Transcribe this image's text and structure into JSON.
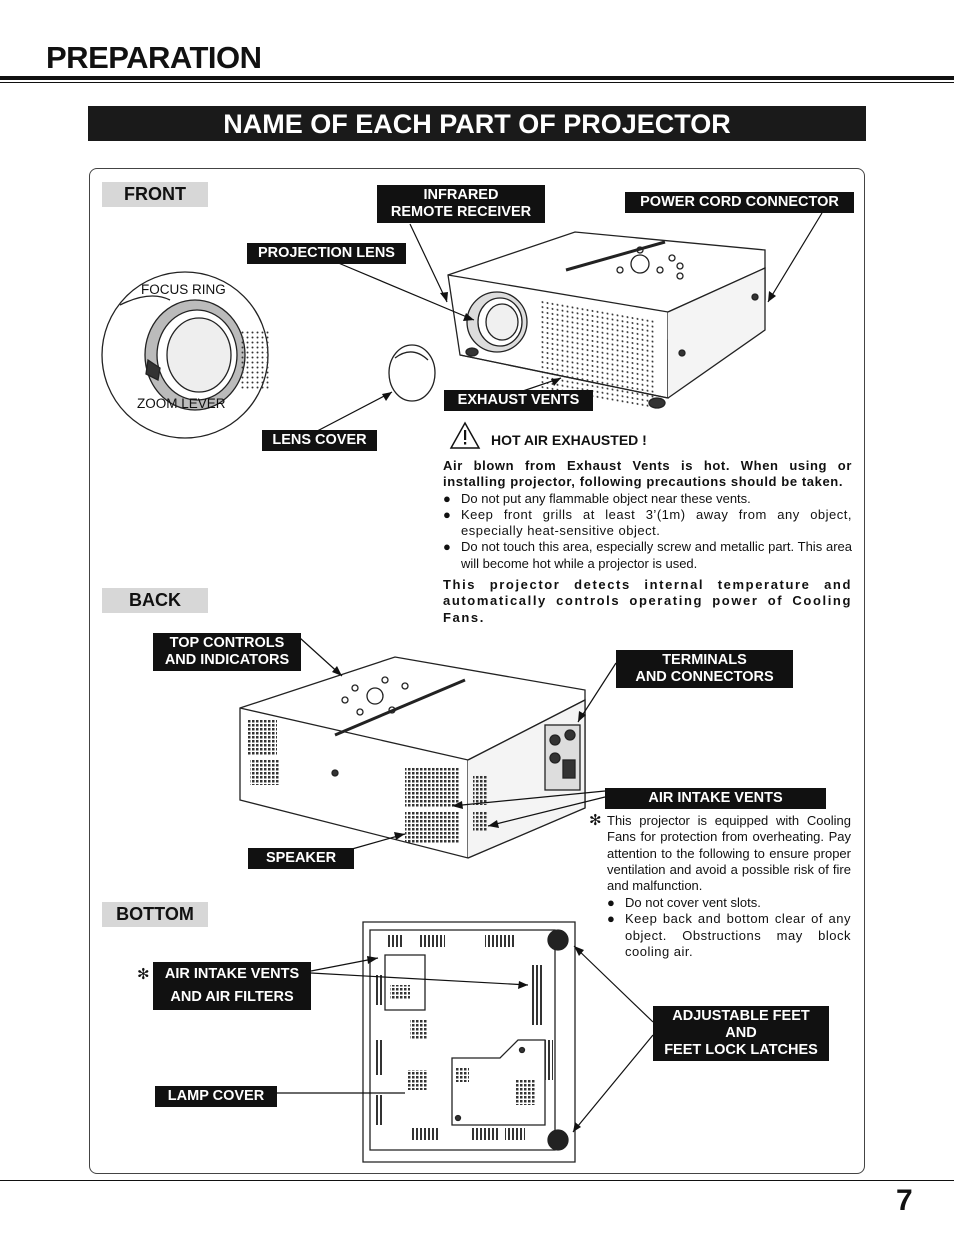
{
  "header": {
    "title": "PREPARATION",
    "banner": "NAME OF EACH PART OF PROJECTOR"
  },
  "sections": {
    "front": "FRONT",
    "back": "BACK",
    "bottom": "BOTTOM"
  },
  "front": {
    "infrared_line1": "INFRARED",
    "infrared_line2": "REMOTE RECEIVER",
    "power_cord": "POWER CORD CONNECTOR",
    "projection_lens": "PROJECTION LENS",
    "focus_ring": "FOCUS RING",
    "zoom_lever": "ZOOM LEVER",
    "lens_cover": "LENS COVER",
    "exhaust_vents": "EXHAUST VENTS"
  },
  "warning": {
    "heading": "HOT AIR EXHAUSTED !",
    "intro": "Air blown from Exhaust Vents is hot.  When using or installing projector, following precautions should be taken.",
    "bullets": [
      "Do not put any flammable object near these vents.",
      "Keep front grills at least 3’(1m) away from any object, especially heat-sensitive object.",
      "Do not touch this area, especially screw and metallic part. This area will become hot while a projector is used."
    ],
    "closing": "This projector detects internal temperature and automatically controls operating power of Cooling Fans."
  },
  "back": {
    "top_controls_line1": "TOP CONTROLS",
    "top_controls_line2": "AND INDICATORS",
    "terminals_line1": "TERMINALS",
    "terminals_line2": "AND CONNECTORS",
    "air_intake": "AIR INTAKE VENTS",
    "speaker": "SPEAKER"
  },
  "cooling_note": {
    "asterisk": "✻",
    "text": "This projector is equipped with Cooling Fans for protection from overheating. Pay attention to the following to ensure proper ventilation and avoid a possible risk of fire and malfunction.",
    "bullets": [
      "Do not cover vent slots.",
      "Keep back and bottom clear of any object.  Obstructions may block cooling air."
    ]
  },
  "bottom": {
    "asterisk": "✻",
    "air_filters_line1": "AIR INTAKE VENTS",
    "air_filters_line2": "AND AIR FILTERS",
    "lamp_cover": "LAMP COVER",
    "feet_line1": "ADJUSTABLE FEET",
    "feet_line2": "AND",
    "feet_line3": "FEET LOCK LATCHES"
  },
  "footer": {
    "page_number": "7"
  },
  "bullet_glyph": "●"
}
